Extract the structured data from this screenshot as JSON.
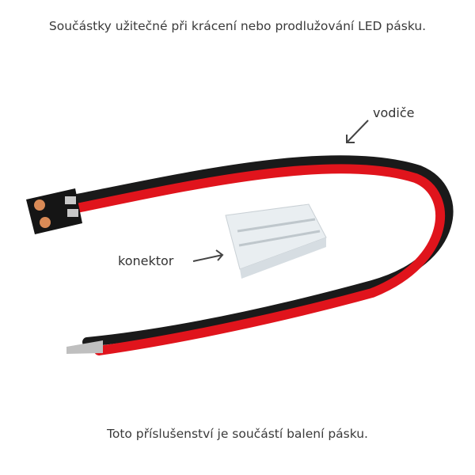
{
  "captions": {
    "top": "Součástky užitečné při krácení nebo prodlužování LED pásku.",
    "bottom": "Toto příslušenství je součástí balení pásku."
  },
  "labels": {
    "wires": "vodiče",
    "connector": "konektor"
  },
  "colors": {
    "wire_red": "#e0141c",
    "wire_black": "#1a1a1a",
    "pad": "#d98a56"
  }
}
